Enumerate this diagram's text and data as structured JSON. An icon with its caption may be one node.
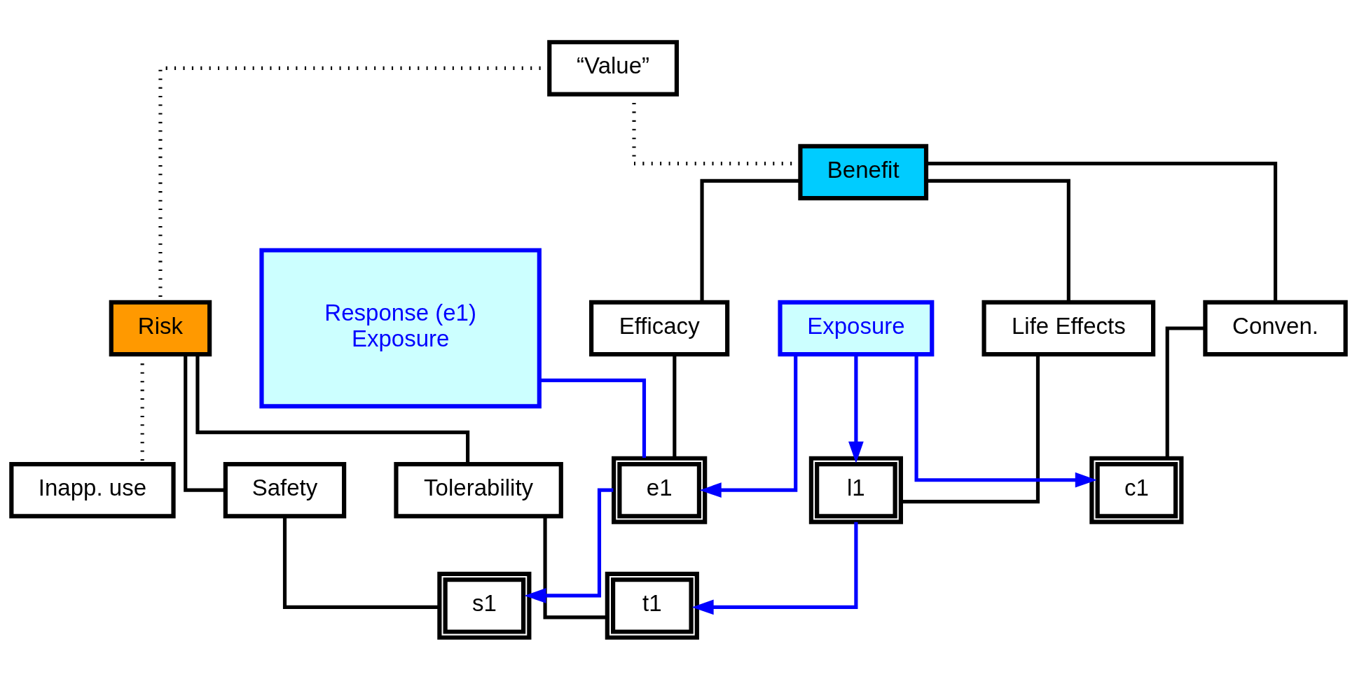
{
  "diagram": {
    "nodes": [
      {
        "text": [
          "“Value”"
        ]
      },
      {
        "text": [
          "Risk"
        ]
      },
      {
        "text": [
          "Benefit"
        ]
      },
      {
        "text": [
          "Safety"
        ]
      },
      {
        "text": [
          "s1"
        ]
      },
      {
        "text": [
          "Tolerability"
        ]
      },
      {
        "text": [
          "t1"
        ]
      },
      {
        "text": [
          "Inapp. use"
        ]
      },
      {
        "text": [
          "Efficacy"
        ]
      },
      {
        "text": [
          "e1"
        ]
      },
      {
        "text": [
          "Life Effects"
        ]
      },
      {
        "text": [
          "l1"
        ]
      },
      {
        "text": [
          "Conven."
        ]
      },
      {
        "text": [
          "c1"
        ]
      },
      {
        "text": [
          "Exposure"
        ]
      },
      {
        "text": [
          "Response (e1)",
          "Exposure"
        ]
      }
    ],
    "edges": [
      {
        "from": 0,
        "to": 1,
        "arrow": "none",
        "style": "dashed"
      },
      {
        "from": 0,
        "to": 2,
        "arrow": "none",
        "style": "dashed"
      },
      {
        "from": 1,
        "to": 3,
        "arrow": "none"
      },
      {
        "from": 1,
        "to": 5,
        "arrow": "none"
      },
      {
        "from": 1,
        "to": 7,
        "arrow": "none",
        "style": "dashed"
      },
      {
        "from": 2,
        "to": 8,
        "arrow": "none"
      },
      {
        "from": 2,
        "to": 10,
        "arrow": "none"
      },
      {
        "from": 2,
        "to": 12,
        "arrow": "none"
      },
      {
        "from": 3,
        "to": 4,
        "arrow": "none"
      },
      {
        "from": 5,
        "to": 6,
        "arrow": "none"
      },
      {
        "from": 8,
        "to": 9,
        "arrow": "none"
      },
      {
        "from": 10,
        "to": 11,
        "arrow": "none"
      },
      {
        "from": 12,
        "to": 13,
        "arrow": "none"
      },
      {
        "from": 9,
        "to": 4,
        "arrow": "to",
        "color": "#0000ff"
      },
      {
        "from": 11,
        "to": 6,
        "arrow": "to",
        "color": "#0000ff"
      },
      {
        "from": 14,
        "to": 9,
        "arrow": "to",
        "color": "#0000ff"
      },
      {
        "from": 14,
        "to": 11,
        "arrow": "to",
        "color": "#0000ff"
      },
      {
        "from": 14,
        "to": 13,
        "arrow": "to",
        "color": "#0000ff"
      },
      {
        "from": 15,
        "to": 9,
        "arrow": "none",
        "color": "#0000ff"
      }
    ]
  }
}
